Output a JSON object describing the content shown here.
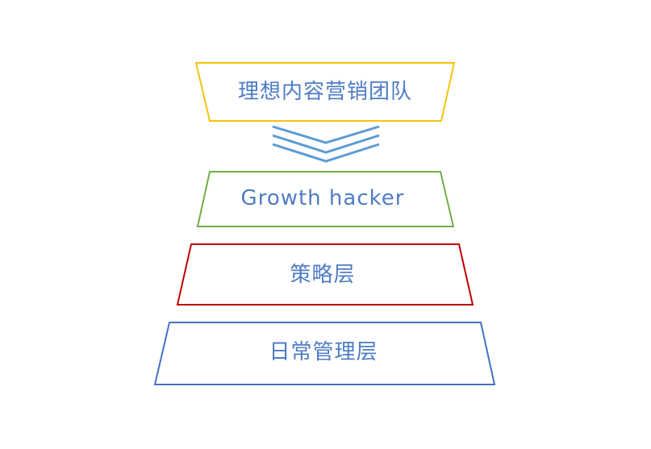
{
  "diagram": {
    "tiers": [
      {
        "label": "理想内容营销团队",
        "border_color": "#f5c20f"
      },
      {
        "label": "Growth hacker",
        "border_color": "#70ad47"
      },
      {
        "label": "策略层",
        "border_color": "#c00000"
      },
      {
        "label": "日常管理层",
        "border_color": "#4472c4"
      }
    ],
    "arrow_color": "#5b9bd5",
    "text_color": "#4f7cc4"
  }
}
